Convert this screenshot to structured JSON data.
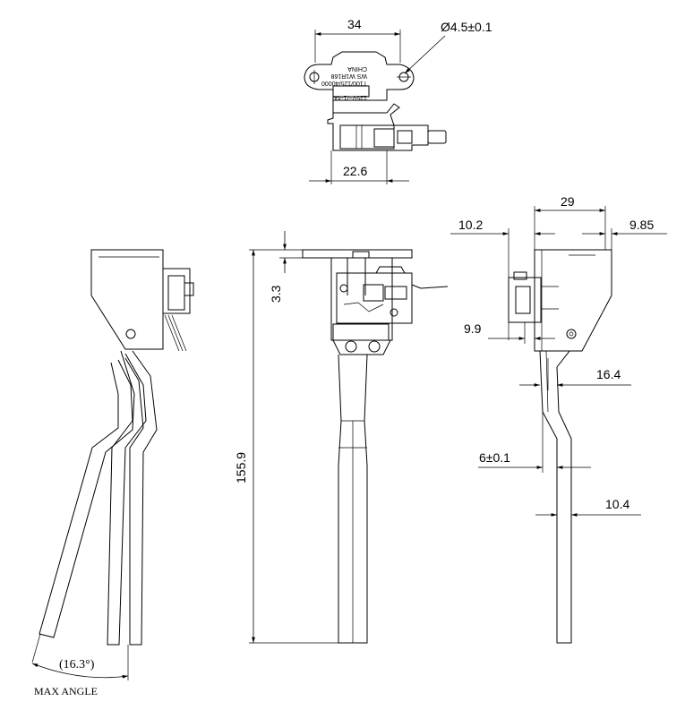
{
  "dimensions": {
    "top_width": "34",
    "hole_diameter": "Ø4.5±0.1",
    "top_bottom_width": "22.6",
    "offset": "3.3",
    "overall_length": "155.9",
    "side_width": "29",
    "side_left": "10.2",
    "side_right": "9.85",
    "side_mid": "9.9",
    "lever_width": "16.4",
    "lever_tol": "6±0.1",
    "lever_tip": "10.4",
    "angle": "(16.3°)"
  },
  "labels": {
    "max_angle": "MAX ANGLE"
  },
  "switch_text": [
    "CHINA",
    "WS W1R168",
    "T100/125/40000",
    "125V~/1-4A"
  ]
}
